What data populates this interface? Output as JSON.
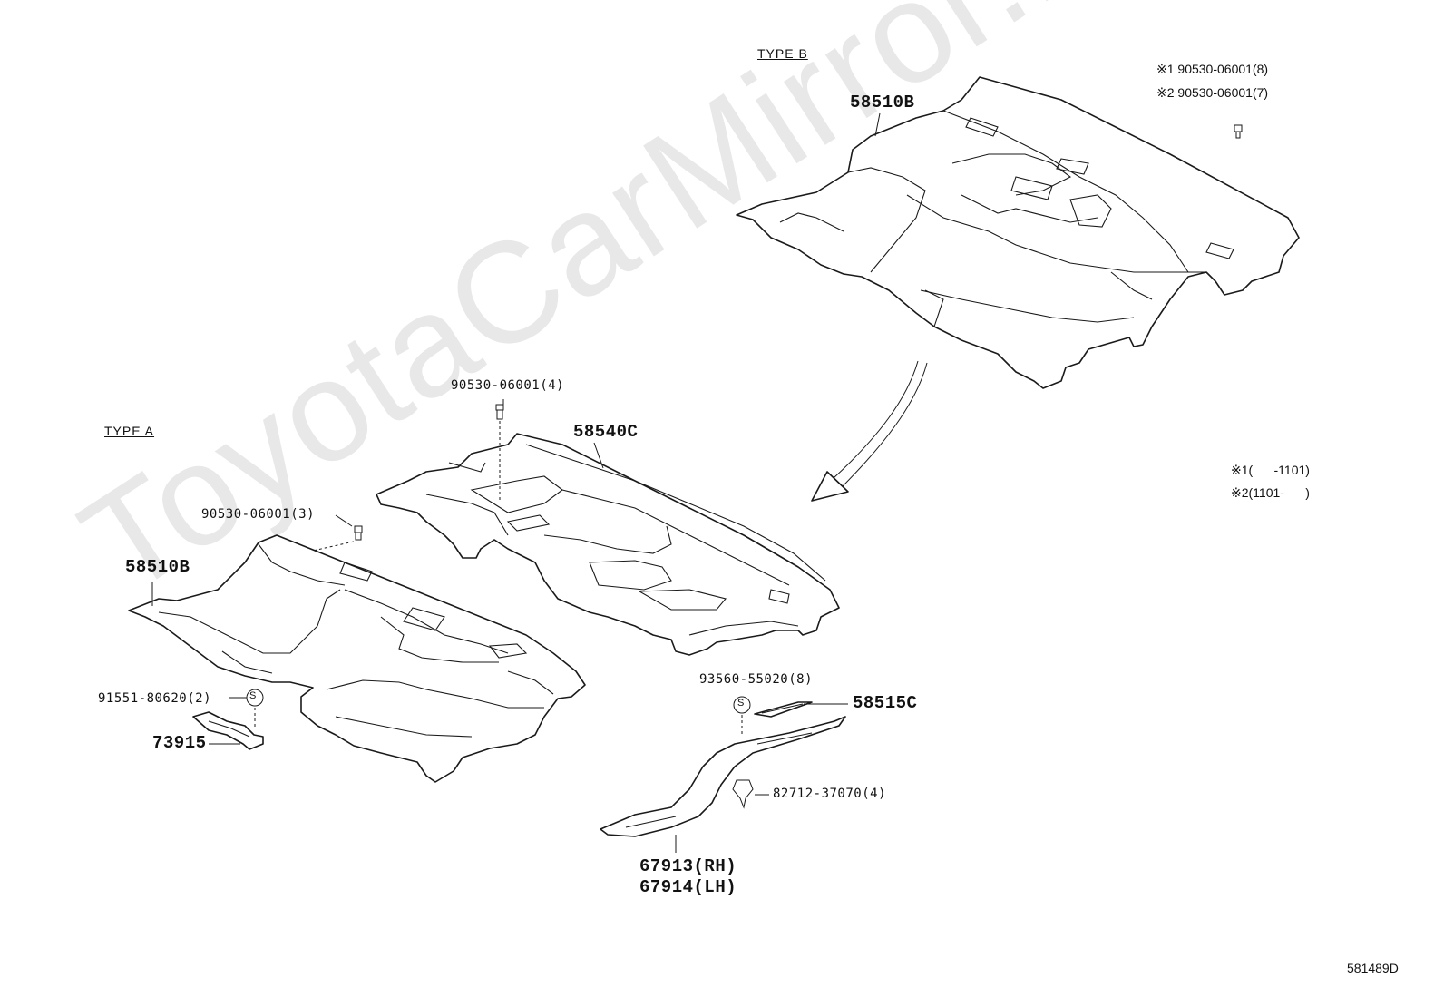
{
  "watermark": "ToyotaCarMirror.ru",
  "types": {
    "type_a": "TYPE A",
    "type_b": "TYPE B"
  },
  "footnotes": {
    "note1_fastener": "※1 90530-06001(8)",
    "note2_fastener": "※2 90530-06001(7)",
    "range1": "※1(      -1101)",
    "range2": "※2(1101-      )"
  },
  "parts": {
    "carpet_58510b_type_b": "58510B",
    "carpet_58510b_type_a": "58510B",
    "carpet_58540c": "58540C",
    "clip_58540c": "90530-06001(4)",
    "clip_58510b": "90530-06001(3)",
    "screw_73915": "91551-80620(2)",
    "bracket_73915": "73915",
    "screw_58515c": "93560-55020(8)",
    "plate_58515c": "58515C",
    "clip_scuff": "82712-37070(4)",
    "scuff_rh": "67913(RH)",
    "scuff_lh": "67914(LH)"
  },
  "screw_symbol": "S",
  "illustration_code": "581489D"
}
